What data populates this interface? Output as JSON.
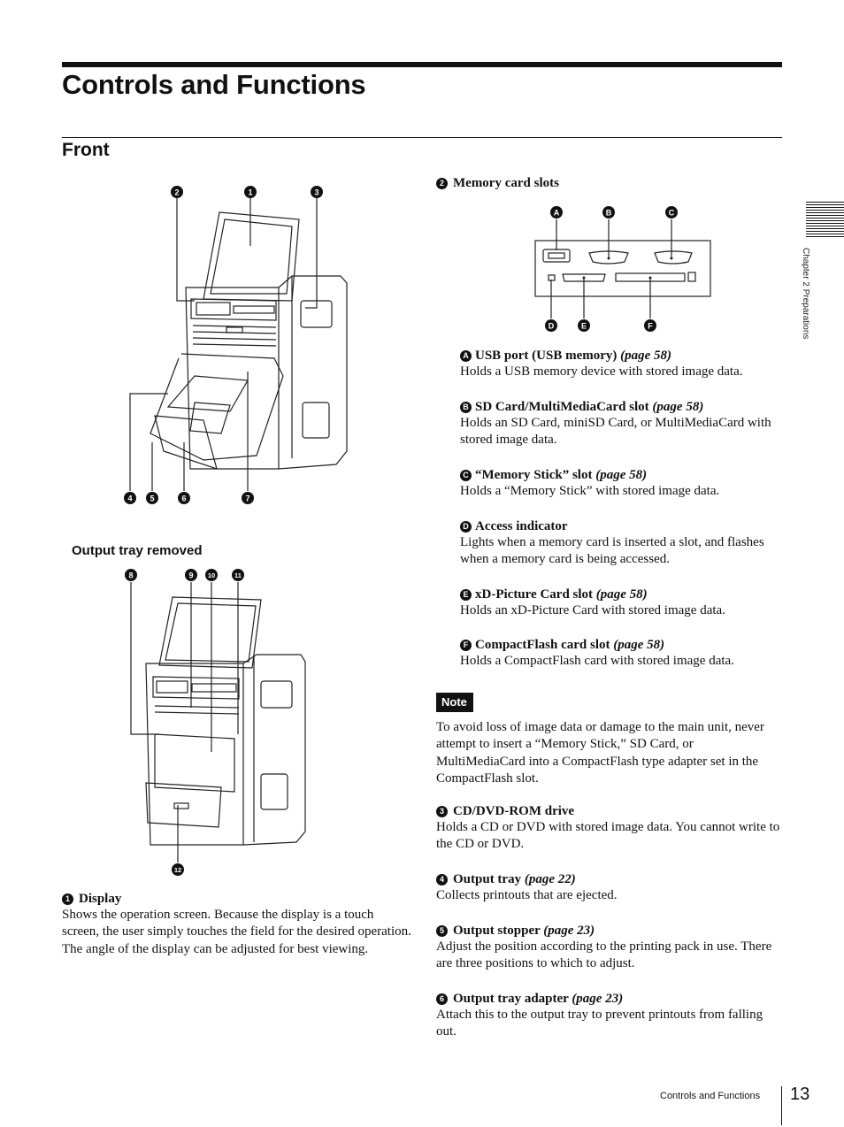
{
  "header": {
    "title": "Controls and Functions",
    "subtitle": "Front"
  },
  "figures": {
    "front_labels": [
      "2",
      "1",
      "3",
      "4",
      "5",
      "6",
      "7"
    ],
    "removed_caption": "Output tray removed",
    "removed_labels": [
      "8",
      "9",
      "10",
      "11",
      "12"
    ],
    "slot_labels": [
      "A",
      "B",
      "C",
      "D",
      "E",
      "F"
    ]
  },
  "left_items": [
    {
      "num": "1",
      "title": "Display",
      "body": "Shows the operation screen. Because the display is a touch screen, the user simply touches the field for the desired operation. The angle of the display can be adjusted for best viewing."
    }
  ],
  "right": {
    "memory_num": "2",
    "memory_title": "Memory card slots",
    "sub_items": [
      {
        "letter": "A",
        "title": "USB port (USB memory)",
        "ref": "(page 58)",
        "body": "Holds a USB memory device with stored image data."
      },
      {
        "letter": "B",
        "title": "SD Card/MultiMediaCard slot",
        "ref": "(page 58)",
        "body": "Holds an SD Card, miniSD Card, or MultiMediaCard with stored image data."
      },
      {
        "letter": "C",
        "title": "“Memory Stick” slot",
        "ref": "(page 58)",
        "body": "Holds a “Memory Stick” with stored image data."
      },
      {
        "letter": "D",
        "title": "Access indicator",
        "ref": "",
        "body": "Lights when a memory card is inserted a slot, and flashes when a memory card is being accessed."
      },
      {
        "letter": "E",
        "title": "xD-Picture Card slot",
        "ref": "(page 58)",
        "body": "Holds an xD-Picture Card with stored image data."
      },
      {
        "letter": "F",
        "title": "CompactFlash card slot",
        "ref": "(page 58)",
        "body": "Holds a CompactFlash card with stored image data."
      }
    ],
    "note_label": "Note",
    "note_body": "To avoid loss of image data or damage to the main unit, never attempt to insert a “Memory Stick,” SD Card, or MultiMediaCard into a CompactFlash type adapter set in the CompactFlash slot.",
    "items": [
      {
        "num": "3",
        "title": "CD/DVD-ROM drive",
        "ref": "",
        "body": "Holds a CD or DVD with stored image data. You cannot write to the CD or DVD."
      },
      {
        "num": "4",
        "title": "Output tray",
        "ref": "(page 22)",
        "body": "Collects printouts that are ejected."
      },
      {
        "num": "5",
        "title": "Output stopper",
        "ref": "(page 23)",
        "body": "Adjust the position according to the printing pack in use. There are three positions to which to adjust."
      },
      {
        "num": "6",
        "title": "Output tray adapter",
        "ref": "(page 23)",
        "body": "Attach this to the output tray to prevent printouts from falling out."
      }
    ]
  },
  "sidebar": {
    "chapter": "Chapter 2  Preparations"
  },
  "footer": {
    "section": "Controls and Functions",
    "page": "13"
  }
}
